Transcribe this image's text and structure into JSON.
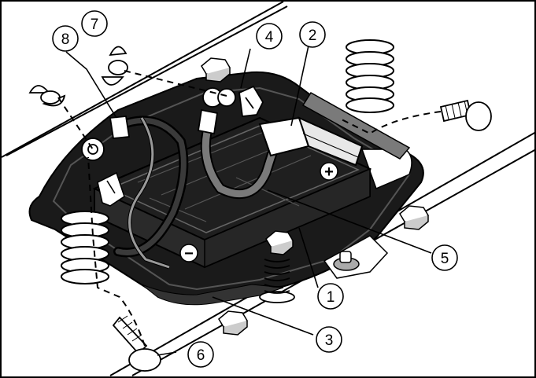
{
  "diagram": {
    "callouts": [
      {
        "id": "c1",
        "label": "1",
        "part": "battery"
      },
      {
        "id": "c2",
        "label": "2",
        "part": "terminal-cover"
      },
      {
        "id": "c3",
        "label": "3",
        "part": "battery-tray"
      },
      {
        "id": "c4",
        "label": "4",
        "part": "positive-terminal-bolt"
      },
      {
        "id": "c5",
        "label": "5",
        "part": "positive-cable"
      },
      {
        "id": "c6",
        "label": "6",
        "part": "screw-bottom"
      },
      {
        "id": "c7",
        "label": "7",
        "part": "wing-nut-upper"
      },
      {
        "id": "c8",
        "label": "8",
        "part": "negative-cable"
      }
    ],
    "terminal_symbols": {
      "positive": "+",
      "negative": "−"
    },
    "colors": {
      "line": "#000000",
      "tray": "#1a1a1a",
      "battery": "#2a2a2a",
      "cable": "#7a7a7a",
      "background": "#ffffff"
    }
  }
}
